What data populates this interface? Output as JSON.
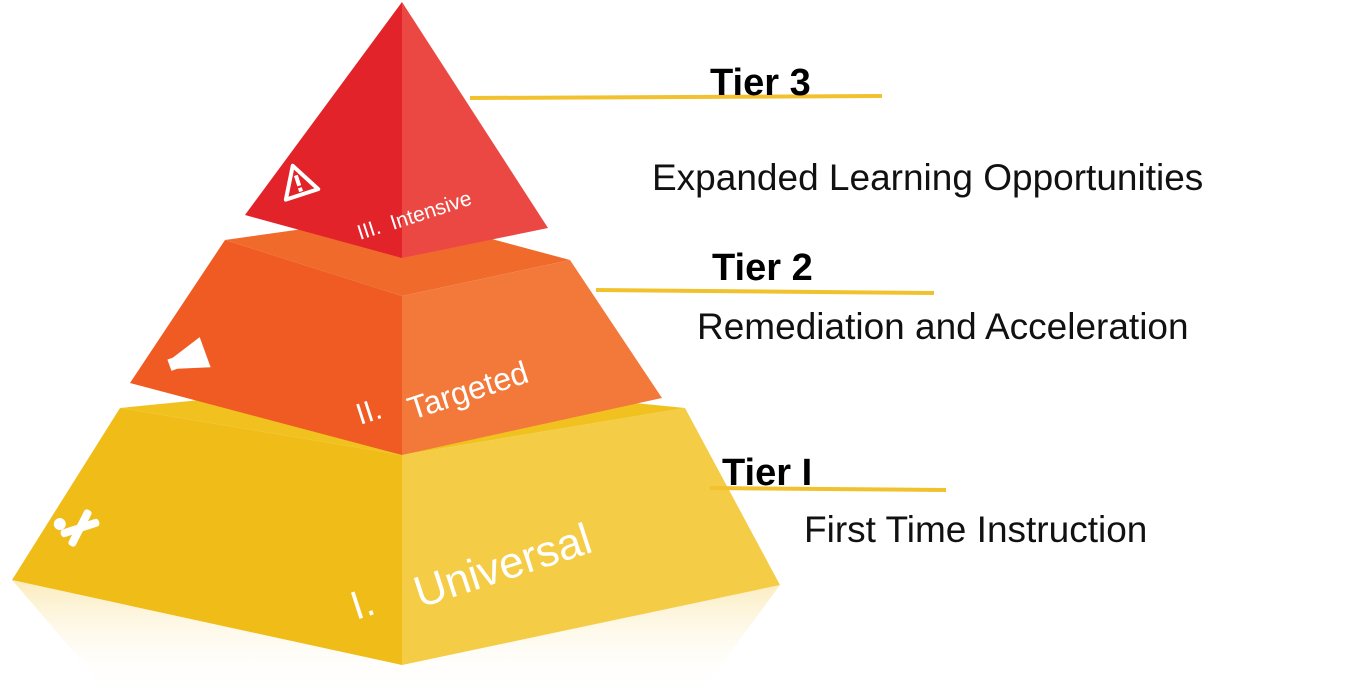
{
  "pyramid": {
    "segments": [
      {
        "numeral": "III.",
        "name": "Intensive",
        "icon": "warning-icon",
        "color_dark": "#e2232a",
        "color_light": "#ec4843",
        "color_top": "#d61f26"
      },
      {
        "numeral": "II.",
        "name": "Targeted",
        "icon": "megaphone-icon",
        "color_dark": "#ef5b22",
        "color_light": "#f3793b",
        "color_top": "#f06a2b"
      },
      {
        "numeral": "I.",
        "name": "Universal",
        "icon": "tools-icon",
        "color_dark": "#f0bc18",
        "color_light": "#f4cc45",
        "color_top": "#f1c21f"
      }
    ]
  },
  "labels": [
    {
      "title": "Tier 3",
      "description": "Expanded Learning Opportunities"
    },
    {
      "title": "Tier 2",
      "description": "Remediation and Acceleration"
    },
    {
      "title": "Tier I",
      "description": "First Time Instruction"
    }
  ],
  "connector_color": "#f2c12e"
}
